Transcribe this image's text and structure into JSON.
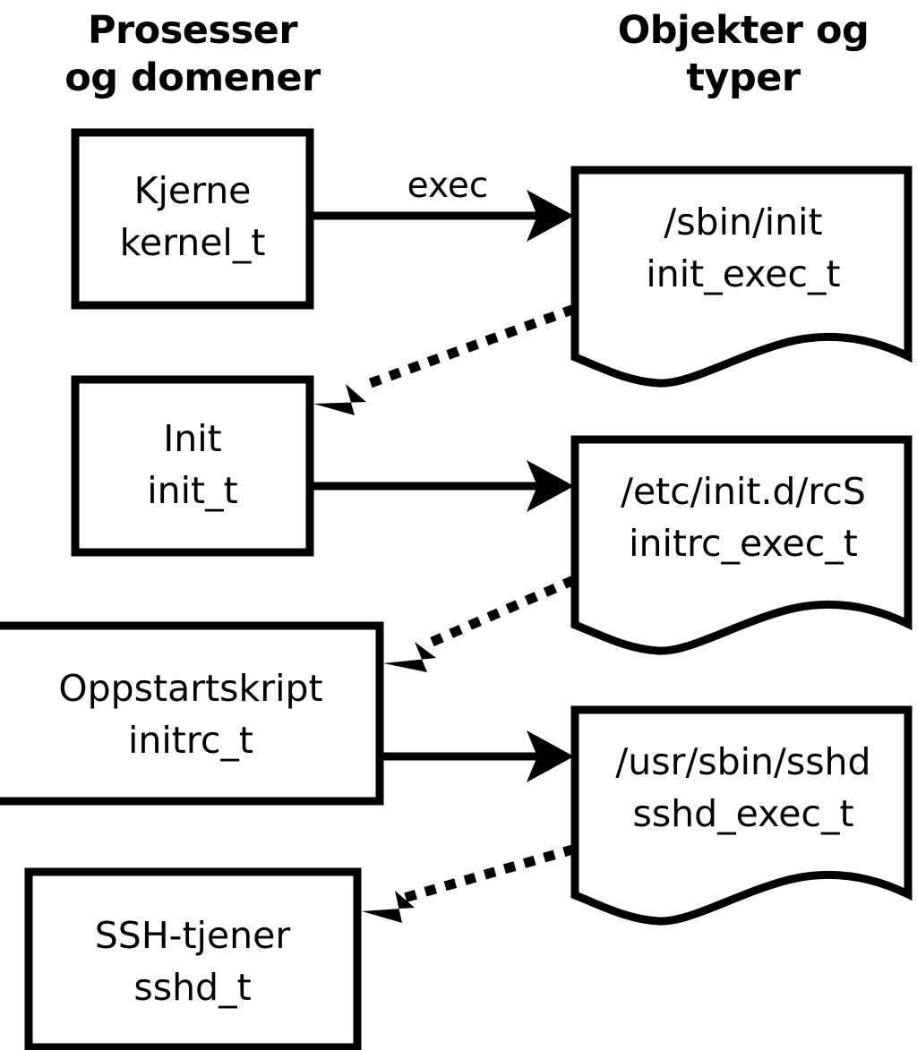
{
  "diagram": {
    "title_semantic": "selinux-process-domain-object-type-transitions",
    "background_color": "#ffffff",
    "stroke_color": "#000000",
    "columns": [
      {
        "id": "processes",
        "label_line1": "Prosesser",
        "label_line2": "og domener"
      },
      {
        "id": "objects",
        "label_line1": "Objekter og",
        "label_line2": "typer"
      }
    ],
    "process_nodes": [
      {
        "id": "kernel",
        "line1": "Kjerne",
        "line2": "kernel_t"
      },
      {
        "id": "init",
        "line1": "Init",
        "line2": "init_t"
      },
      {
        "id": "initrc",
        "line1": "Oppstartskript",
        "line2": "initrc_t"
      },
      {
        "id": "sshd",
        "line1": "SSH-tjener",
        "line2": "sshd_t"
      }
    ],
    "object_nodes": [
      {
        "id": "sbin-init",
        "line1": "/sbin/init",
        "line2": "init_exec_t"
      },
      {
        "id": "etc-initd-rcs",
        "line1": "/etc/init.d/rcS",
        "line2": "initrc_exec_t"
      },
      {
        "id": "usr-sbin-sshd",
        "line1": "/usr/sbin/sshd",
        "line2": "sshd_exec_t"
      }
    ],
    "edges": [
      {
        "id": "kernel-exec-init",
        "from": "kernel",
        "to": "sbin-init",
        "style": "solid",
        "label": "exec"
      },
      {
        "id": "initexec-becomes-init",
        "from": "sbin-init",
        "to": "init",
        "style": "dotted",
        "label": ""
      },
      {
        "id": "init-exec-rcs",
        "from": "init",
        "to": "etc-initd-rcs",
        "style": "solid",
        "label": ""
      },
      {
        "id": "rcsexec-becomes-initrc",
        "from": "etc-initd-rcs",
        "to": "initrc",
        "style": "dotted",
        "label": ""
      },
      {
        "id": "initrc-exec-sshd",
        "from": "initrc",
        "to": "usr-sbin-sshd",
        "style": "solid",
        "label": ""
      },
      {
        "id": "sshdexec-becomes-sshd",
        "from": "usr-sbin-sshd",
        "to": "sshd",
        "style": "dotted",
        "label": ""
      }
    ]
  }
}
